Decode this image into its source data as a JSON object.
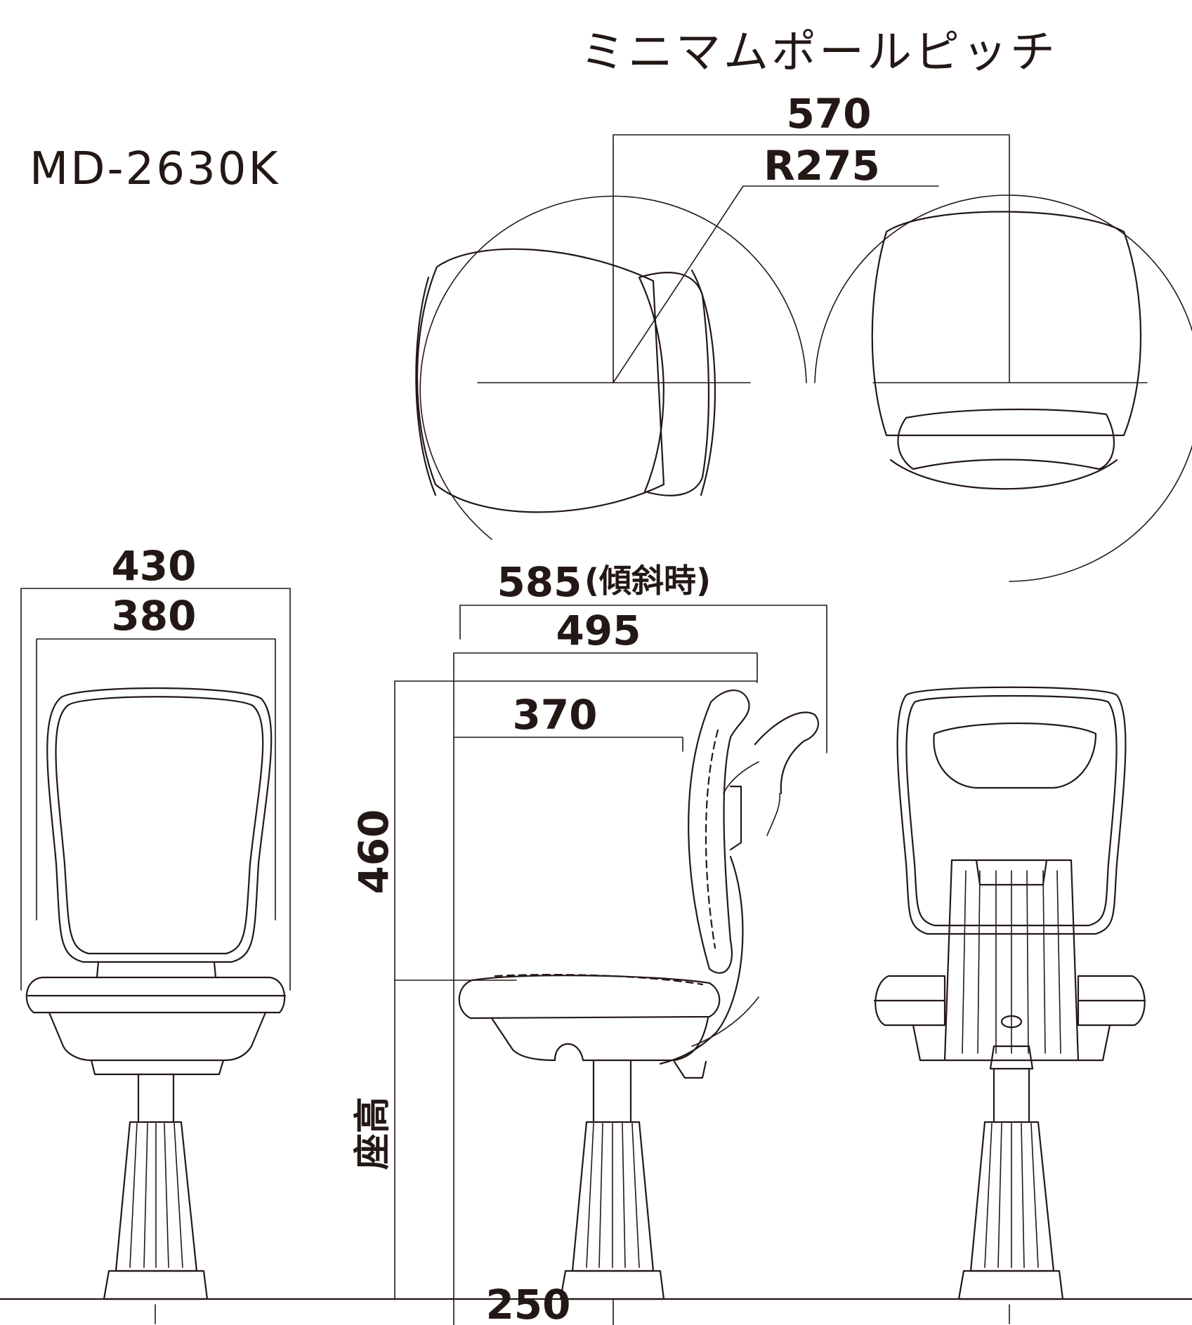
{
  "model": "MD-2630K",
  "top_view": {
    "title": "ミニマムポールピッチ",
    "pitch": "570",
    "radius": "R275"
  },
  "front_view": {
    "width_overall": "430",
    "width_inner": "380"
  },
  "side_view": {
    "depth_tilted": "585",
    "depth_tilted_note": "(傾斜時)",
    "depth": "495",
    "seat_depth": "370",
    "seat_height": "460",
    "seat_height_label": "座高",
    "pole_offset": "250"
  },
  "colors": {
    "line": "#231815",
    "background": "#ffffff"
  }
}
